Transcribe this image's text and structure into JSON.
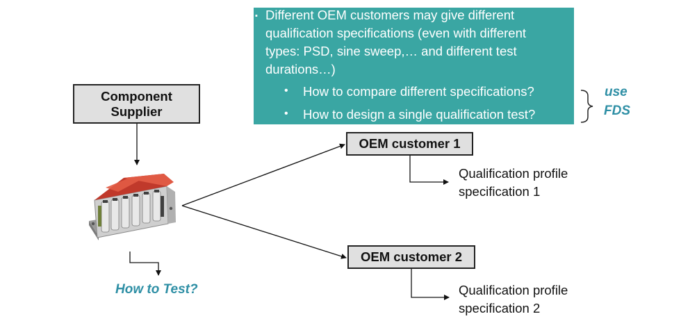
{
  "callout": {
    "bullet_lines": [
      "Different OEM customers may give different",
      "qualification specifications (even with different",
      "types: PSD, sine sweep,… and different test",
      "durations…)"
    ],
    "sub_bullets": [
      "How to compare different specifications?",
      "How to design a single qualification test?"
    ],
    "bullet_marker": "▪",
    "sub_marker": "•"
  },
  "brace_label": {
    "line1": "use",
    "line2": "FDS"
  },
  "supplier_box": {
    "line1": "Component",
    "line2": "Supplier"
  },
  "oem1": {
    "label": "OEM customer 1",
    "spec_line1": "Qualification profile",
    "spec_line2": "specification 1"
  },
  "oem2": {
    "label": "OEM customer 2",
    "spec_line1": "Qualification profile",
    "spec_line2": "specification 2"
  },
  "question": "How to Test?",
  "image": {
    "subject": "battery-module"
  },
  "colors": {
    "callout_bg": "#3aa6a3",
    "accent_text": "#2e8fa5",
    "box_fill": "#e0e0e0"
  }
}
